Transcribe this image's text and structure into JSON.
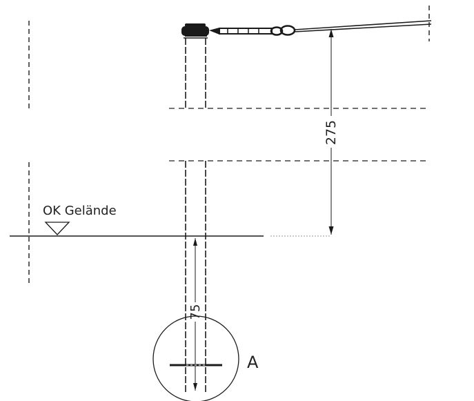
{
  "drawing": {
    "ground_label": "OK Gelände",
    "dimension_height": "275",
    "dimension_embed": "75",
    "detail_label": "A"
  },
  "colors": {
    "line": "#1a1a1a",
    "text": "#222222",
    "background": "#ffffff",
    "ground_extension": "#9a9a9a"
  }
}
